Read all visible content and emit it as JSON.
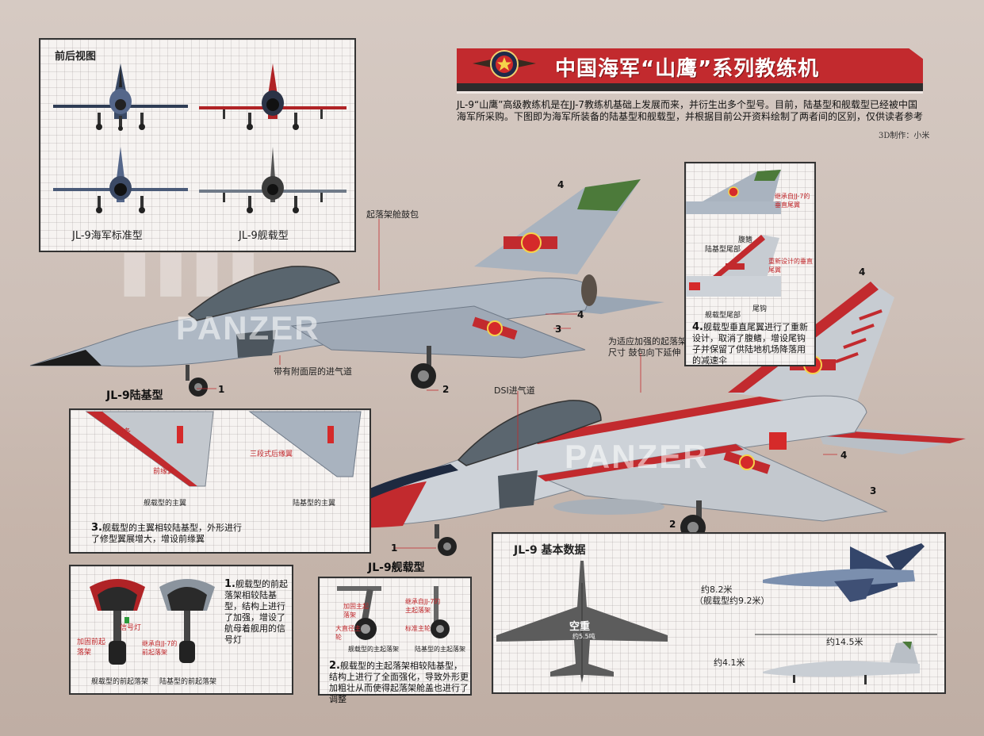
{
  "header": {
    "title": "中国海军“山鹰”系列教练机",
    "intro": "JL-9“山鹰”高级教练机是在JJ-7教练机基础上发展而来，并衍生出多个型号。目前，陆基型和舰载型已经被中国海军所采购。下图即为海军所装备的陆基型和舰载型，并根据目前公开资料绘制了两者间的区别，仅供读者参考",
    "credit": "3D制作：小米",
    "colors": {
      "banner": "#c22a2e",
      "dark": "#2c2c2c"
    }
  },
  "views_panel": {
    "title": "前后视图",
    "label_standard": "JL-9海军标准型",
    "label_carrier": "JL-9舰载型"
  },
  "main": {
    "land_label": "JL-9陆基型",
    "carrier_label": "JL-9舰载型",
    "callout_gear_bulge": "起落架舱鼓包",
    "callout_intake": "带有附面层的进气道",
    "callout_dsi": "DSI进气道",
    "callout_gear_ext_1": "为适应加强的起落架",
    "callout_gear_ext_2": "尺寸 鼓包向下延伸",
    "watermark": "PANZER",
    "numbers": [
      "1",
      "2",
      "3",
      "4"
    ]
  },
  "tail_panel": {
    "label_inherit": "继承自JJ-7的垂直尾翼",
    "label_fin": "腹鳍",
    "label_land_tail": "陆基型尾部",
    "label_redesign": "重新设计的垂直尾翼",
    "label_hook": "尾钩",
    "label_carrier_tail": "舰载型尾部",
    "note_num": "4.",
    "note": "舰载型垂直尾翼进行了重新设计，取消了腹鳍，增设尾钩子并保留了供陆地机场降落用的减速伞"
  },
  "wing_panel": {
    "label_edge": "边条",
    "label_slat": "前缘翼",
    "label_flap": "三段式后缘翼",
    "label_carrier_wing": "舰载型的主翼",
    "label_land_wing": "陆基型的主翼",
    "note_num": "3.",
    "note": "舰载型的主翼相较陆基型，外形进行了修型翼展增大，增设前缘翼"
  },
  "nose_gear_panel": {
    "label_signal": "信号灯",
    "label_reinforced": "加固前起落架",
    "label_inherit": "继承自JJ-7的前起落架",
    "label_carrier": "舰载型的前起落架",
    "label_land": "陆基型的前起落架",
    "note_num": "1.",
    "note": "舰载型的前起落架相较陆基型，结构上进行了加强，增设了航母着舰用的信号灯"
  },
  "main_gear_panel": {
    "label_reinforced": "加固主起落架",
    "label_inherit": "继承自JJ-7的主起落架",
    "label_big_wheel": "大直径主轮",
    "label_std_wheel": "标准主轮",
    "label_carrier": "舰载型的主起落架",
    "label_land": "陆基型的主起落架",
    "note_num": "2.",
    "note": "舰载型的主起落架相较陆基型，结构上进行了全面强化，导致外形更加粗壮从而使得起落架舱盖也进行了调整"
  },
  "data_panel": {
    "title": "JL-9 基本数据",
    "empty_weight_label": "空重",
    "empty_weight_value": "约5.5吨",
    "span": "约8.2米",
    "span_carrier": "（舰载型约9.2米）",
    "length": "约14.5米",
    "height": "约4.1米"
  }
}
